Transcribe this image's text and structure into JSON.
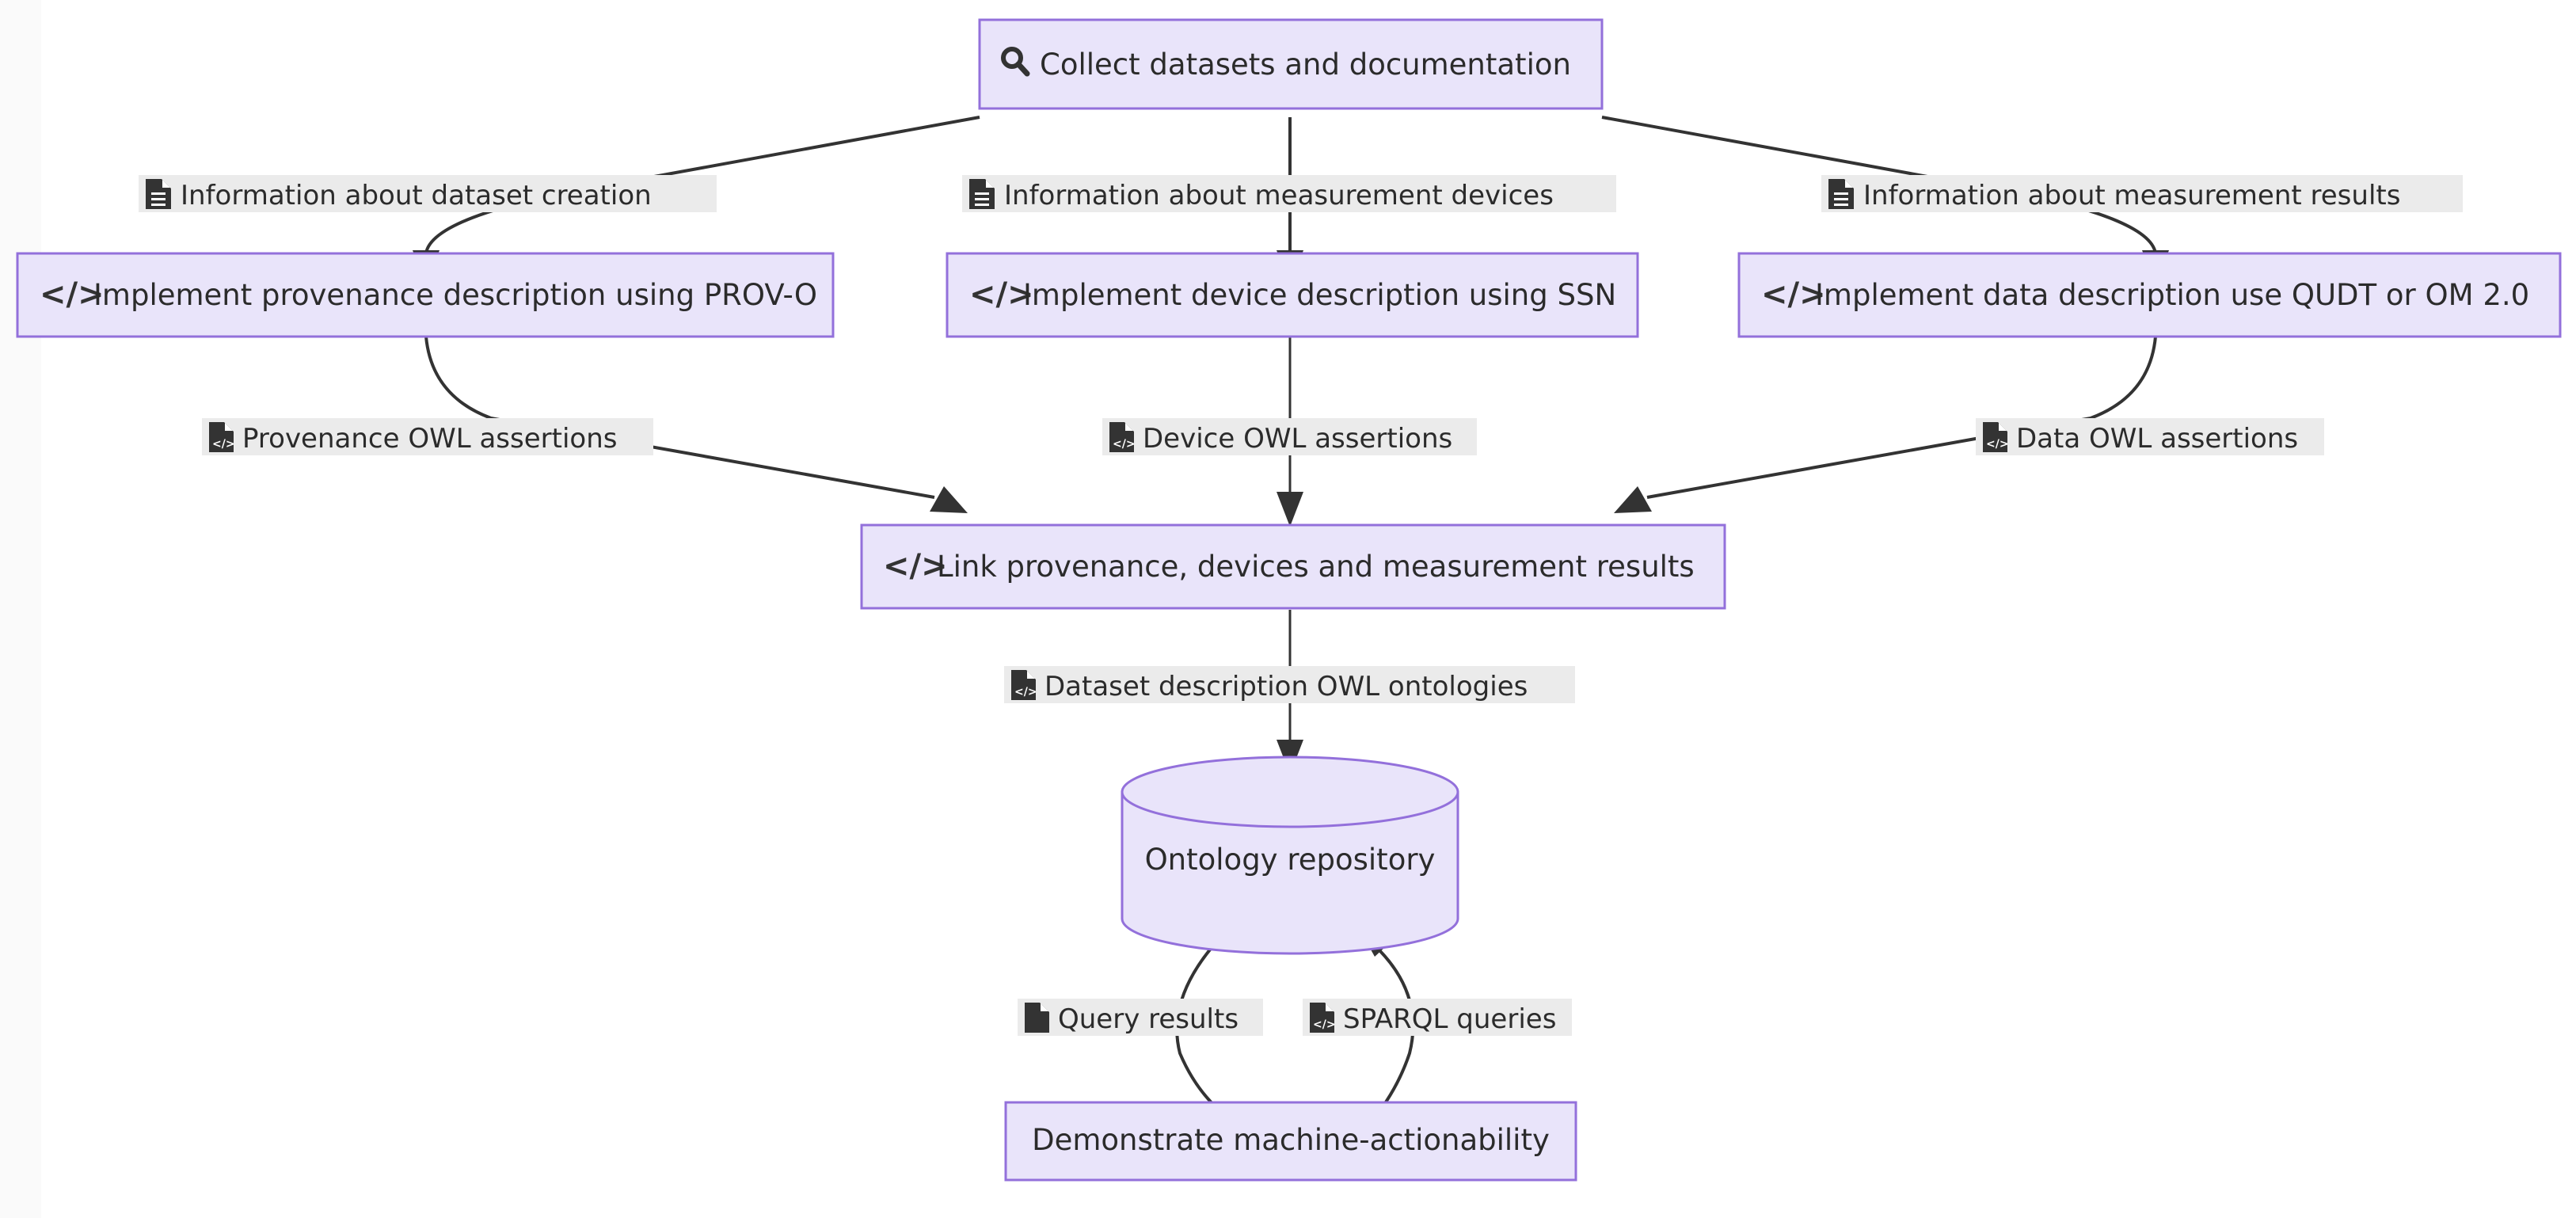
{
  "diagram": {
    "title": "Dataset semantic description and machine-actionability workflow",
    "type": "flowchart",
    "direction": "top-down",
    "colors": {
      "node_fill": "#e9e4fa",
      "node_border": "#9370db",
      "edge": "#333333",
      "edge_label_bg": "#ebebeb",
      "text": "#2b2b2b",
      "canvas_bg": "#ffffff"
    },
    "nodes": [
      {
        "id": "collect",
        "label": "Collect datasets and documentation",
        "icon": "search-icon",
        "shape": "rect"
      },
      {
        "id": "prov",
        "label": "Implement provenance description using PROV-O",
        "icon": "code-icon",
        "shape": "rect"
      },
      {
        "id": "device",
        "label": "Implement device description using SSN",
        "icon": "code-icon",
        "shape": "rect"
      },
      {
        "id": "data",
        "label": "Implement data description use QUDT or OM 2.0",
        "icon": "code-icon",
        "shape": "rect"
      },
      {
        "id": "link",
        "label": "Link provenance, devices and measurement results",
        "icon": "code-icon",
        "shape": "rect"
      },
      {
        "id": "repo",
        "label": "Ontology repository",
        "icon": "none",
        "shape": "cylinder"
      },
      {
        "id": "demo",
        "label": "Demonstrate machine-actionability",
        "icon": "none",
        "shape": "rect"
      }
    ],
    "edges": [
      {
        "from": "collect",
        "to": "prov",
        "label": "Information about dataset creation",
        "icon": "file-lines-icon"
      },
      {
        "from": "collect",
        "to": "device",
        "label": "Information about measurement devices",
        "icon": "file-lines-icon"
      },
      {
        "from": "collect",
        "to": "data",
        "label": "Information about measurement results",
        "icon": "file-lines-icon"
      },
      {
        "from": "prov",
        "to": "link",
        "label": "Provenance OWL assertions",
        "icon": "file-code-icon"
      },
      {
        "from": "device",
        "to": "link",
        "label": "Device OWL assertions",
        "icon": "file-code-icon"
      },
      {
        "from": "data",
        "to": "link",
        "label": "Data OWL assertions",
        "icon": "file-code-icon"
      },
      {
        "from": "link",
        "to": "repo",
        "label": "Dataset description OWL ontologies",
        "icon": "file-code-icon"
      },
      {
        "from": "repo",
        "to": "demo",
        "label": "Query results",
        "icon": "file-blank-icon"
      },
      {
        "from": "demo",
        "to": "repo",
        "label": "SPARQL queries",
        "icon": "file-code-icon"
      }
    ]
  }
}
